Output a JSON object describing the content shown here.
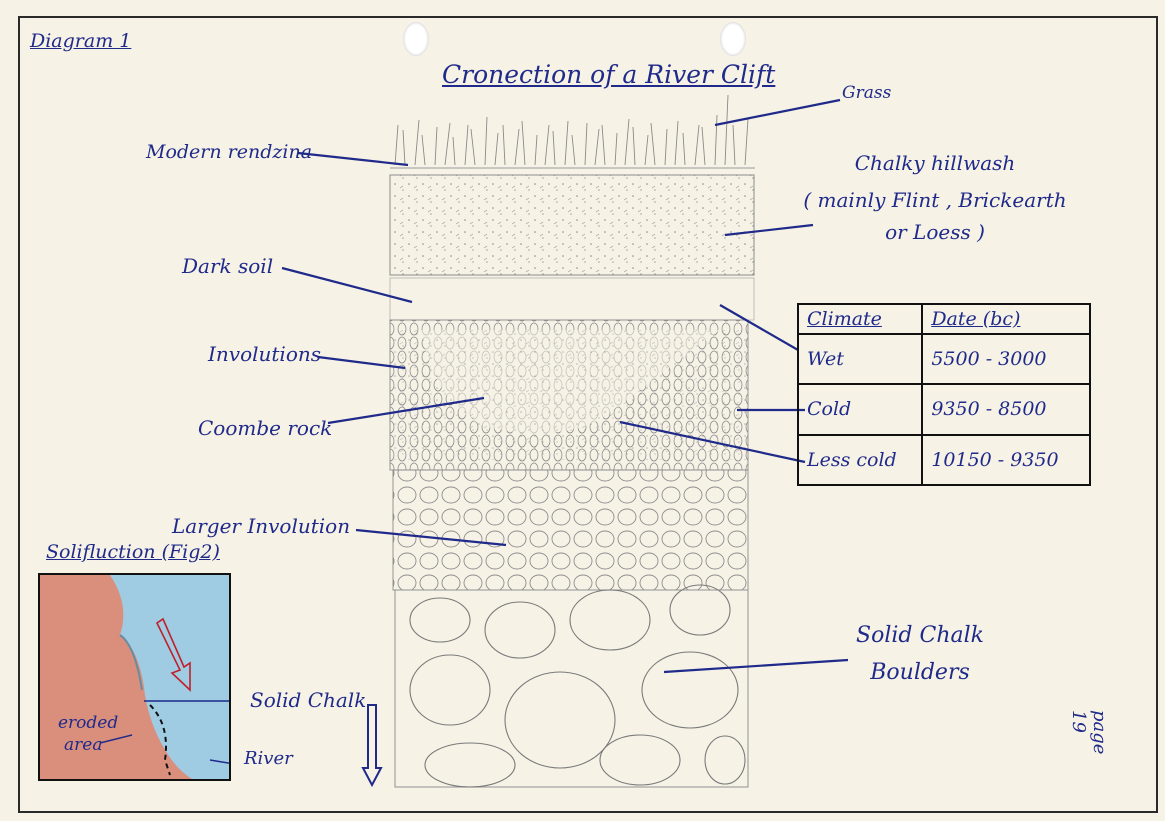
{
  "diagram_label": "Diagram 1",
  "title": "Cronection of a River Clift",
  "labels": {
    "grass": "Grass",
    "rendzina": "Modern rendzina",
    "hillwash_1": "Chalky hillwash",
    "hillwash_2": "( mainly Flint , Brickearth",
    "hillwash_3": "or Loess )",
    "dark_soil": "Dark soil",
    "involutions": "Involutions",
    "coombe_rock": "Coombe rock",
    "larger_involution": "Larger Involution",
    "solid_chalk_boulders_1": "Solid Chalk",
    "solid_chalk_boulders_2": "Boulders",
    "solid_chalk": "Solid Chalk"
  },
  "climate_table": {
    "headers": [
      "Climate",
      "Date (bc)"
    ],
    "rows": [
      [
        "Wet",
        "5500 - 3000"
      ],
      [
        "Cold",
        "9350 - 8500"
      ],
      [
        "Less cold",
        "10150 - 9350"
      ]
    ]
  },
  "inset": {
    "title": "Solifluction (Fig2)",
    "eroded_1": "eroded",
    "eroded_2": "area",
    "river": "River"
  },
  "page_stamp": "page 19",
  "colors": {
    "ink": "#1f2a8a",
    "pencil": "#7a7a7a",
    "cliff": "#d98f7c",
    "water": "#9fcbe3",
    "arrow": "#c0202a"
  }
}
